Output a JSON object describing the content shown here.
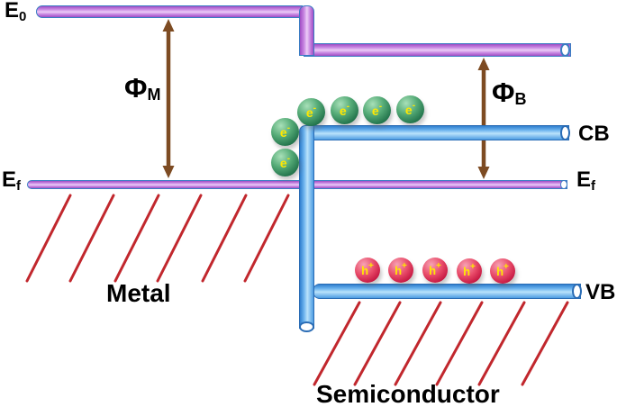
{
  "diagram": {
    "labels": {
      "e0": {
        "base": "E",
        "sub": "0"
      },
      "phi_m": {
        "base": "Φ",
        "sub": "M"
      },
      "phi_b": {
        "base": "Φ",
        "sub": "B"
      },
      "ef_left": {
        "base": "E",
        "sub": "f"
      },
      "ef_right": {
        "base": "E",
        "sub": "f"
      },
      "cb": "CB",
      "vb": "VB",
      "metal": "Metal",
      "semiconductor": "Semiconductor"
    },
    "particles": {
      "electron": {
        "base": "e",
        "sup": "-",
        "count": 6,
        "body_color": "#2e8b57",
        "text_color": "#ffe800"
      },
      "hole": {
        "base": "h",
        "sup": "+",
        "count": 5,
        "body_color": "#d81e4a",
        "text_color": "#ffe800"
      }
    },
    "colors": {
      "vacuum_and_fermi_bars": "#c887e2",
      "band_bars": "#6cb3ee",
      "bar_outline": "#3a7cc3",
      "arrows": "#7d4b22",
      "hatching": "#c1272d",
      "text": "#000000"
    }
  }
}
